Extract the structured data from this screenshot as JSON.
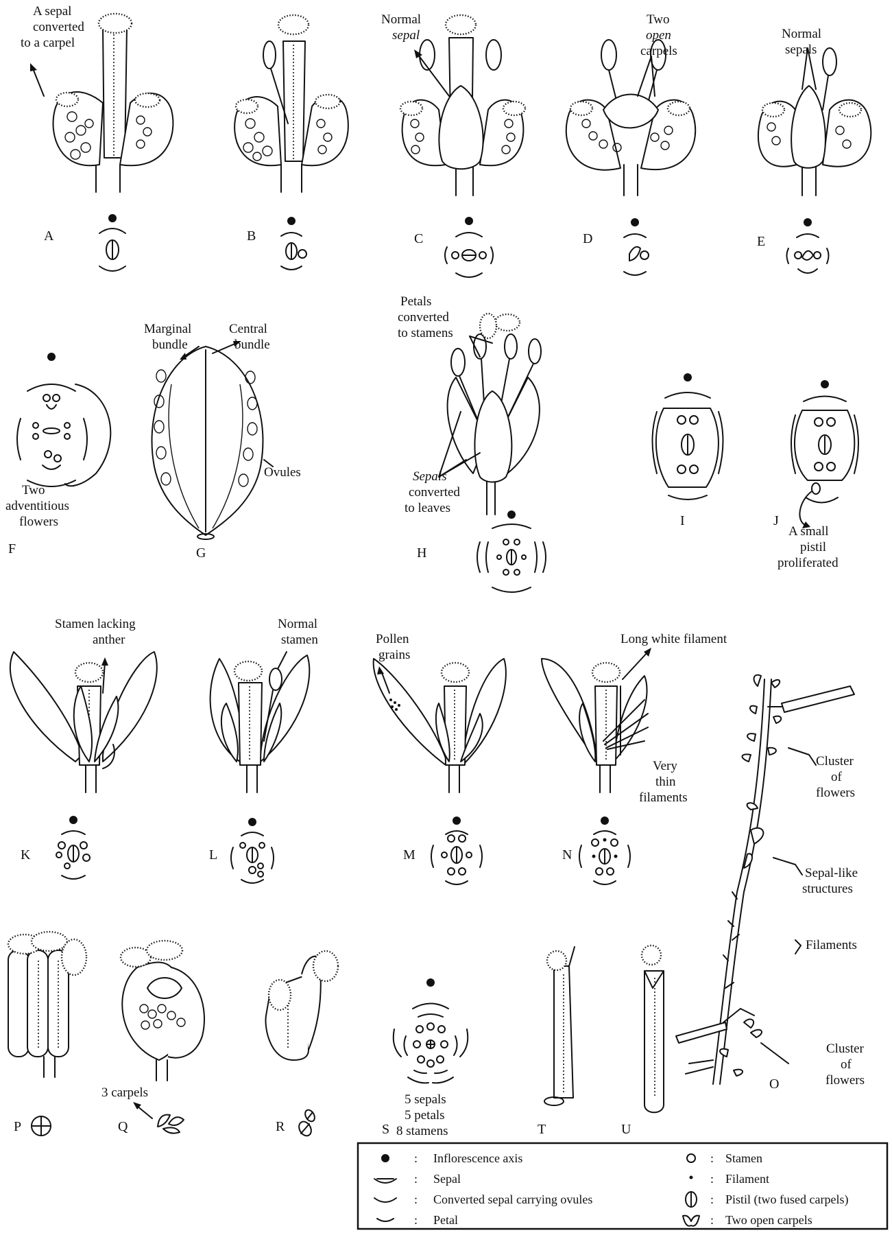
{
  "figure": {
    "panel_labels": {
      "A": "A",
      "B": "B",
      "C": "C",
      "D": "D",
      "E": "E",
      "F": "F",
      "G": "G",
      "H": "H",
      "I": "I",
      "J": "J",
      "K": "K",
      "L": "L",
      "M": "M",
      "N": "N",
      "O": "O",
      "P": "P",
      "Q": "Q",
      "R": "R",
      "S": "S",
      "T": "T",
      "U": "U"
    },
    "annotations": {
      "a_sepal_l1": "A sepal",
      "a_sepal_l2": "converted",
      "a_sepal_l3": "to a carpel",
      "normal_sepal_l1": "Normal",
      "normal_sepal_l2": "sepal",
      "two_open_l1": "Two",
      "two_open_l2": "open",
      "two_open_l3": "carpels",
      "normal_sepals_l1": "Normal",
      "normal_sepals_l2": "sepals",
      "marginal_l1": "Marginal",
      "marginal_l2": "bundle",
      "central_l1": "Central",
      "central_l2": "bundle",
      "ovules": "Ovules",
      "petals_conv_l1": "Petals",
      "petals_conv_l2": "converted",
      "petals_conv_l3": "to stamens",
      "sepals_conv_l1": "Sepals",
      "sepals_conv_l2": "converted",
      "sepals_conv_l3": "to leaves",
      "two_adv_l1": "Two",
      "two_adv_l2": "adventitious",
      "two_adv_l3": "flowers",
      "small_pistil_l1": "A small",
      "small_pistil_l2": "pistil",
      "small_pistil_l3": "proliferated",
      "stamen_lacking_l1": "Stamen lacking",
      "stamen_lacking_l2": "anther",
      "normal_stamen_l1": "Normal",
      "normal_stamen_l2": "stamen",
      "pollen_l1": "Pollen",
      "pollen_l2": "grains",
      "long_white": "Long white filament",
      "very_thin_l1": "Very",
      "very_thin_l2": "thin",
      "very_thin_l3": "filaments",
      "cluster_top_l1": "Cluster",
      "cluster_top_l2": "of",
      "cluster_top_l3": "flowers",
      "sepal_like_l1": "Sepal-like",
      "sepal_like_l2": "structures",
      "filaments": "Filaments",
      "cluster_bot_l1": "Cluster",
      "cluster_bot_l2": "of",
      "cluster_bot_l3": "flowers",
      "three_carpels": "3 carpels",
      "s_l1": "5 sepals",
      "s_l2": "5 petals",
      "s_l3": "8 stamens"
    },
    "legend": [
      {
        "symbol": "inflorescence-axis-symbol",
        "label": "Inflorescence axis"
      },
      {
        "symbol": "sepal-symbol",
        "label": "Sepal"
      },
      {
        "symbol": "converted-sepal-symbol",
        "label": "Converted sepal carrying ovules"
      },
      {
        "symbol": "petal-symbol",
        "label": "Petal"
      },
      {
        "symbol": "stamen-symbol",
        "label": "Stamen"
      },
      {
        "symbol": "filament-symbol",
        "label": "Filament"
      },
      {
        "symbol": "pistil-symbol",
        "label": "Pistil (two fused carpels)"
      },
      {
        "symbol": "open-carpels-symbol",
        "label": "Two open carpels"
      }
    ],
    "legend_separator": ":"
  }
}
